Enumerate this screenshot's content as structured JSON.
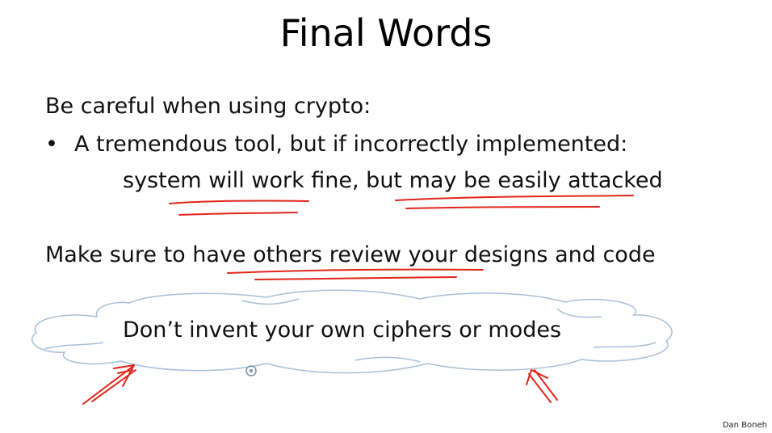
{
  "slide": {
    "title": "Final Words",
    "line1": "Be careful when using crypto:",
    "bullet": {
      "symbol": "•",
      "text": "A tremendous tool, but if incorrectly implemented:"
    },
    "sub_line": {
      "part1": "system will work fine",
      "part2": ", but ",
      "part3": "may be easily attacked"
    },
    "review_line": {
      "part1": "Make sure to have ",
      "part2": "others review your designs",
      "part3": " and code"
    },
    "cloud_text": "Don’t invent your own ciphers or modes",
    "author": "Dan Boneh"
  },
  "colors": {
    "ink_red": "#e0261a",
    "cloud_outline": "#a9c0d8",
    "text": "#111111"
  }
}
